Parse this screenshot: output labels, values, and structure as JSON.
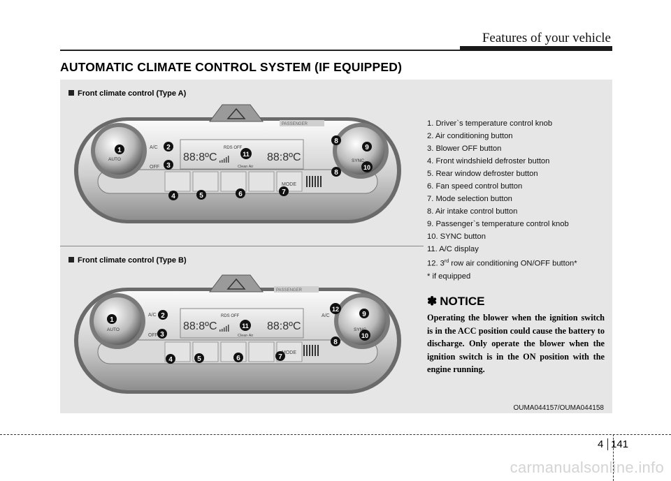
{
  "header": {
    "section": "Features of your vehicle"
  },
  "title": "AUTOMATIC CLIMATE CONTROL SYSTEM (IF EQUIPPED)",
  "figures": {
    "type_a": {
      "label": "Front climate control (Type A)",
      "texts": {
        "ac": "A/C",
        "off": "OFF",
        "auto": "AUTO",
        "sync": "SYNC",
        "mode": "MODE",
        "display": "88:8ºC",
        "clean_air": "Clean Air",
        "rds": "RDS OFF",
        "passenger": "PASSENGER"
      },
      "callouts": [
        "1",
        "2",
        "3",
        "4",
        "5",
        "6",
        "7",
        "8",
        "8",
        "9",
        "10",
        "11"
      ]
    },
    "type_b": {
      "label": "Front climate control (Type B)",
      "texts": {
        "ac": "A/C",
        "off": "OFF",
        "auto": "AUTO",
        "sync": "SYNC",
        "mode": "MODE",
        "display": "88:8ºC",
        "clean_air": "Clean Air",
        "rds": "RDS OFF",
        "rear_ac": "A/C",
        "passenger": "PASSENGER"
      },
      "callouts": [
        "1",
        "2",
        "3",
        "4",
        "5",
        "6",
        "7",
        "8",
        "9",
        "10",
        "11",
        "12"
      ]
    }
  },
  "legend": {
    "items": [
      "1. Driver`s temperature control knob",
      "2. Air conditioning button",
      "3. Blower OFF button",
      "4. Front windshield defroster button",
      "5. Rear window defroster button",
      "6. Fan speed control button",
      "7. Mode selection button",
      "8. Air intake control button",
      "9. Passenger`s temperature control knob",
      "10. SYNC button",
      "11. A/C display"
    ],
    "item12_prefix": "12. 3",
    "item12_sup": "rd",
    "item12_suffix": " row air conditioning ON/OFF button*",
    "footnote": "* if equipped"
  },
  "notice": {
    "star": "✽",
    "title": "NOTICE",
    "body": "Operating the blower when the ignition switch is in the ACC position could cause the battery to discharge. Only operate the blower when the ignition switch is in the ON position with the engine running."
  },
  "image_code": "OUMA044157/OUMA044158",
  "page": {
    "chapter": "4",
    "number": "141"
  },
  "watermark": "carmanualsonline.info"
}
